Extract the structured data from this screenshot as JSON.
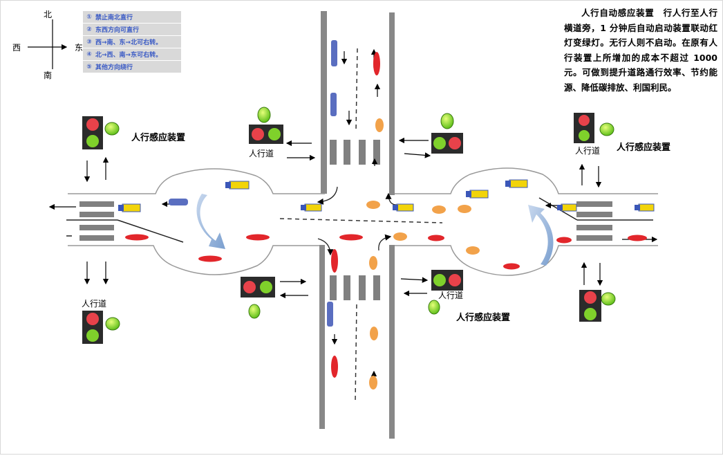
{
  "compass": {
    "north": "北",
    "south": "南",
    "west": "西",
    "east": "东"
  },
  "legend": [
    {
      "num": "①",
      "text": "禁止南北直行"
    },
    {
      "num": "②",
      "text": "东西方向可直行"
    },
    {
      "num": "③",
      "text": "西→南、东→北可右转。"
    },
    {
      "num": "④",
      "text": "北→西、南→东可右转。"
    },
    {
      "num": "⑤",
      "text": "其他方向绕行"
    }
  ],
  "description": "人行自动感应装置　行人行至人行横道旁，1 分钟后自动启动装置联动红灯变绿灯。无行人则不启动。在原有人行装置上所增加的成本不超过 1000 元。可做到提升道路通行效率、节约能源、降低碳排放、利国利民。",
  "labels": {
    "sensor_nw": "人行感应装置",
    "sensor_ne": "人行感应装置",
    "sensor_s": "人行感应装置",
    "crosswalk_n": "人行道",
    "crosswalk_ne": "人行道",
    "crosswalk_w": "人行道",
    "crosswalk_s": "人行道"
  },
  "colors": {
    "road_line": "#888888",
    "crosswalk": "#808080",
    "signal_green": "#7fd12b",
    "signal_red": "#e8424a",
    "arrow_blue": "#8fb0d6",
    "car_red": "#e2262b",
    "car_blue": "#3b57b8",
    "car_yellow": "#f2d40a",
    "taxi_orange": "#f2a24a"
  }
}
